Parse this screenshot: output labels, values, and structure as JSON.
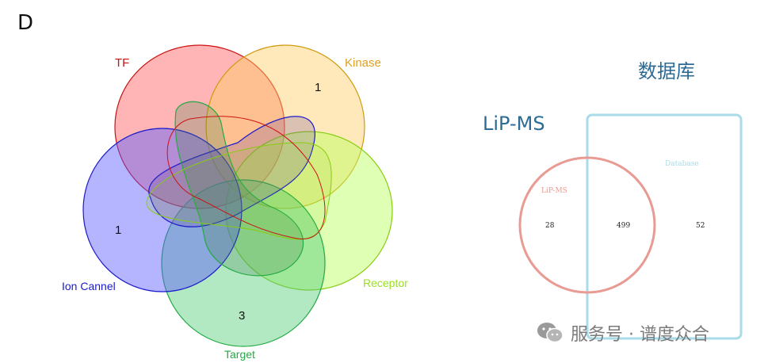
{
  "panel_label": "D",
  "venn5": {
    "sets": [
      {
        "name": "TF",
        "color": "#cc1111"
      },
      {
        "name": "Kinase",
        "color": "#e0a020"
      },
      {
        "name": "Receptor",
        "color": "#99e01e"
      },
      {
        "name": "Target",
        "color": "#22aa44"
      },
      {
        "name": "Ion Cannel",
        "color": "#1a1acc"
      }
    ],
    "counts": {
      "kinase_only": "1",
      "ion_cannel_only": "1",
      "target_only": "3"
    }
  },
  "venn2": {
    "title_database": "数据库",
    "title_lipms": "LiP-MS",
    "sets": [
      {
        "name": "LiP-MS",
        "color": "#e89a93"
      },
      {
        "name": "Database",
        "color": "#a9dbe8"
      }
    ],
    "counts": {
      "lipms_only": "28",
      "both": "499",
      "database_only": "52"
    }
  },
  "watermark": {
    "text": "服务号 · 谱度众合",
    "icon": "wechat-icon"
  }
}
